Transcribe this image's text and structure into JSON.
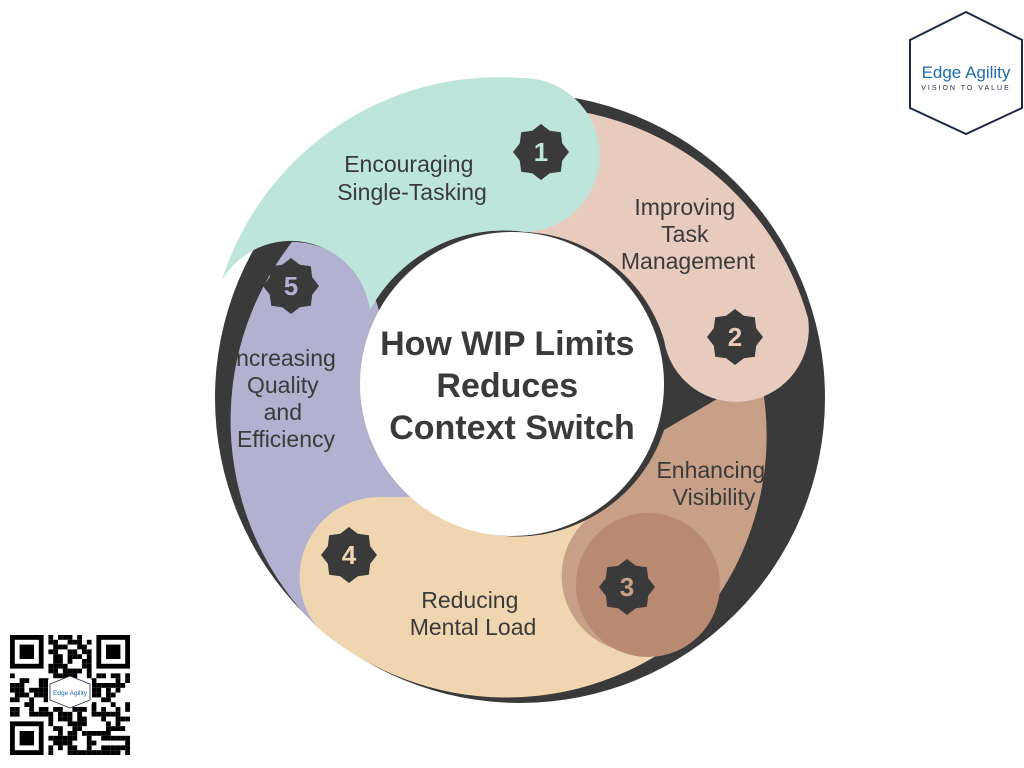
{
  "diagram": {
    "center_title": [
      "How WIP Limits",
      "Reduces",
      "Context Switch"
    ],
    "segments": [
      {
        "number": "1",
        "label": [
          "Encouraging",
          "Single-Tasking"
        ],
        "color": "#bde5dc"
      },
      {
        "number": "2",
        "label": [
          "Improving",
          "Task",
          "Management"
        ],
        "color": "#e8cbbf"
      },
      {
        "number": "3",
        "label": [
          "Enhancing",
          "Visibility"
        ],
        "color": "#c8a088"
      },
      {
        "number": "4",
        "label": [
          "Reducing",
          "Mental Load"
        ],
        "color": "#efd6b0"
      },
      {
        "number": "5",
        "label": [
          "Increasing",
          "Quality",
          "and",
          "Efficiency"
        ],
        "color": "#b3b1d0"
      }
    ],
    "badge_color": "#3a3a3a",
    "shadow_color": "#3a3a3a"
  },
  "logo": {
    "name_part1": "Edge ",
    "name_part2": "Agility",
    "tagline": "VISION TO VALUE",
    "primary_color": "#1f6bb0",
    "frame_color": "#1f2a4a"
  },
  "qr": {
    "center_text": "Edge Agility"
  }
}
